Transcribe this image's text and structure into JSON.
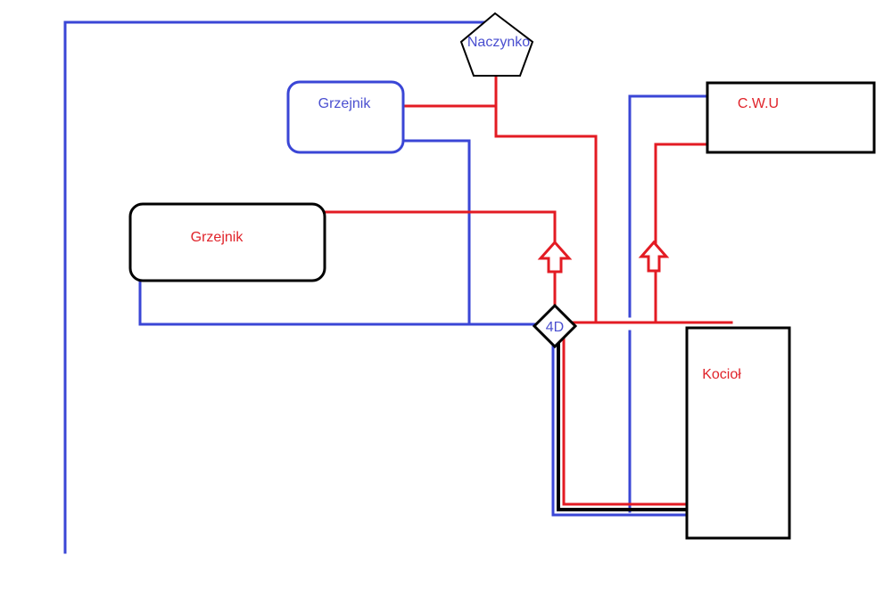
{
  "components": {
    "expansion_vessel": {
      "label": "Naczynko"
    },
    "radiator_top": {
      "label": "Grzejnik"
    },
    "radiator_left": {
      "label": "Grzejnik"
    },
    "hot_water_tank": {
      "label": "C.W.U"
    },
    "boiler": {
      "label": "Kocioł"
    },
    "mixing_valve": {
      "label": "4D"
    }
  },
  "colors": {
    "supply": "#e31b23",
    "return": "#3a46d6",
    "outline": "#000000"
  }
}
